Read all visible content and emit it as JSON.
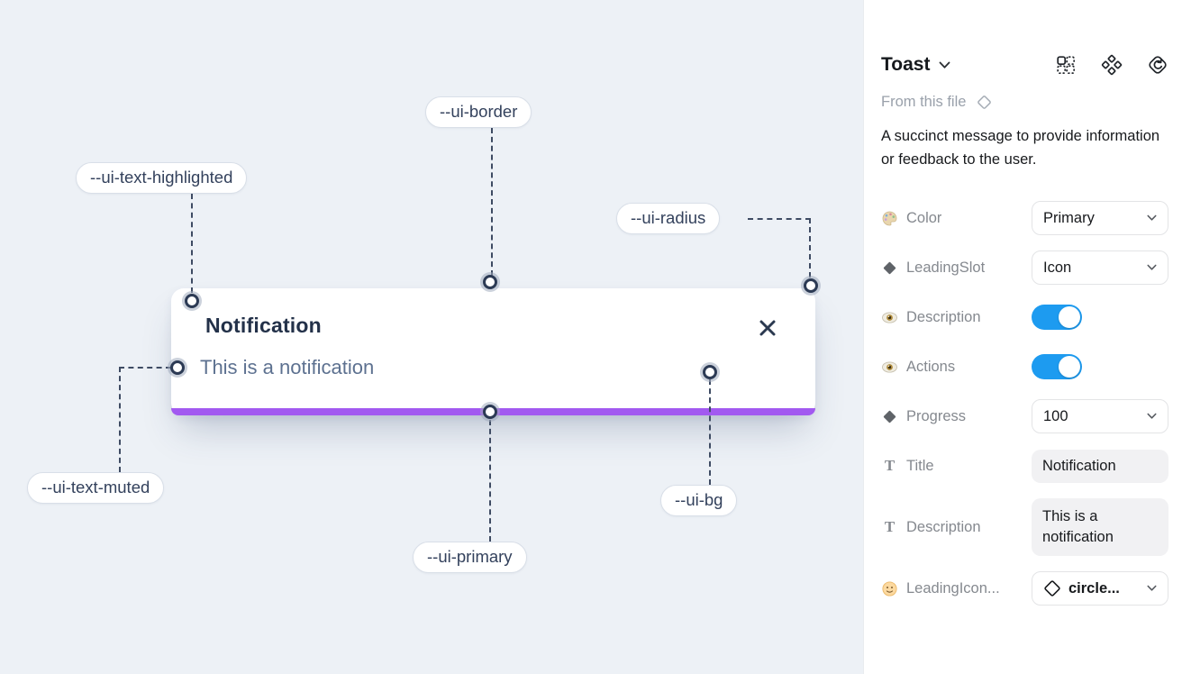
{
  "canvas": {
    "toast": {
      "title": "Notification",
      "description": "This is a notification"
    },
    "annotations": {
      "border": "--ui-border",
      "text_highlighted": "--ui-text-highlighted",
      "radius": "--ui-radius",
      "text_muted": "--ui-text-muted",
      "primary": "--ui-primary",
      "bg": "--ui-bg"
    }
  },
  "panel": {
    "title": "Toast",
    "source": "From this file",
    "description": "A succinct message to provide information or feedback to the user.",
    "props": {
      "color": {
        "label": "Color",
        "value": "Primary"
      },
      "leading_slot": {
        "label": "LeadingSlot",
        "value": "Icon"
      },
      "description_toggle": {
        "label": "Description",
        "state": "on"
      },
      "actions_toggle": {
        "label": "Actions",
        "state": "on"
      },
      "progress": {
        "label": "Progress",
        "value": "100"
      },
      "title_field": {
        "label": "Title",
        "value": "Notification"
      },
      "description_field": {
        "label": "Description",
        "value": "This is a notification"
      },
      "leading_icon": {
        "label": "LeadingIcon...",
        "value": "circle..."
      }
    }
  },
  "icons": {
    "header": [
      "instance-grid-icon",
      "component-icon",
      "revert-instance-icon"
    ],
    "prop_icons": [
      "palette-icon",
      "diamond-icon",
      "eye-icon",
      "eye-icon",
      "diamond-icon",
      "text-icon",
      "text-icon",
      "smiley-icon"
    ]
  },
  "colors": {
    "canvas_bg": "#edf1f6",
    "primary_purple": "#a259f0",
    "toggle_blue": "#1d9bf0",
    "toast_title": "#233149",
    "toast_muted_text": "#5d7190",
    "annotation_line": "#3e4b63"
  }
}
